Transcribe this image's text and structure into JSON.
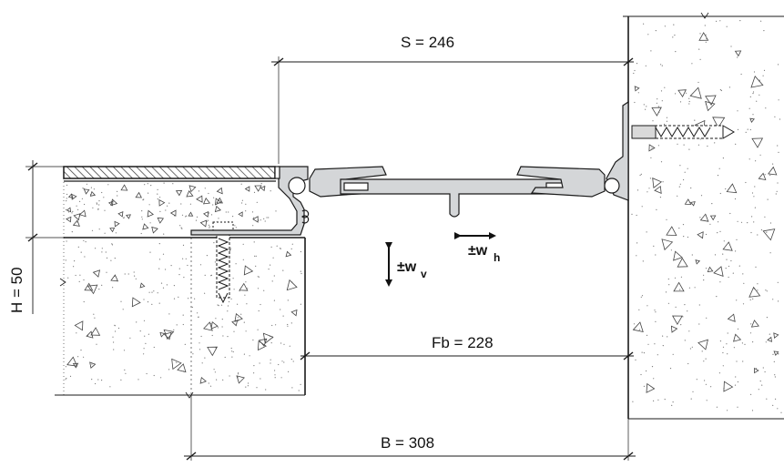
{
  "dimensions": {
    "s_label": "S = 246",
    "fb_label": "Fb = 228",
    "b_label": "B = 308",
    "h_label": "H = 50"
  },
  "movement": {
    "horizontal_label": "±w",
    "horizontal_sub": "h",
    "vertical_label": "±w",
    "vertical_sub": "v"
  },
  "colors": {
    "line": "#1a1a1a",
    "profile_fill": "#d4d6d8",
    "concrete_speckle": "#777777",
    "hatch": "#333333"
  }
}
